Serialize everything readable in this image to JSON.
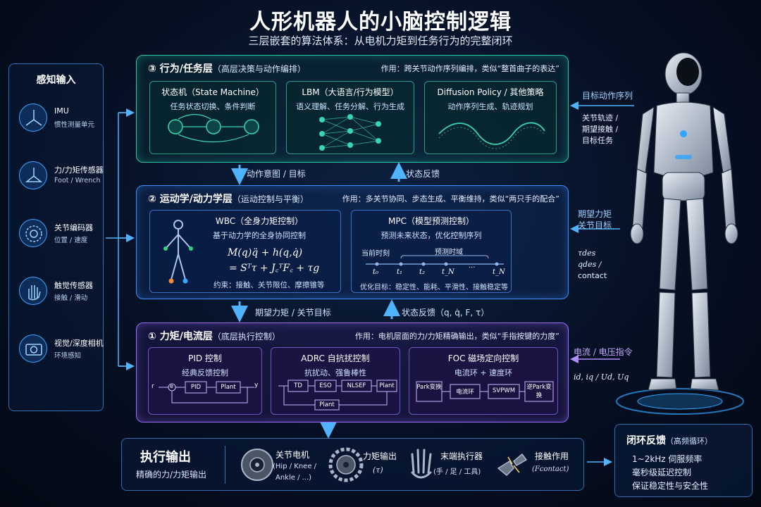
{
  "title": "人形机器人的小脑控制逻辑",
  "subtitle": "三层嵌套的算法体系：从电机力矩到任务行为的完整闭环",
  "sensing": {
    "title": "感知输入",
    "items": [
      {
        "name": "IMU",
        "desc": "惯性测量单元",
        "icon": "imu-icon"
      },
      {
        "name": "力/力矩传感器",
        "desc": "Foot / Wrench",
        "icon": "force-sensor-icon"
      },
      {
        "name": "关节编码器",
        "desc": "位置 / 速度",
        "icon": "encoder-icon"
      },
      {
        "name": "触觉传感器",
        "desc": "接触 / 滑动",
        "icon": "hand-touch-icon"
      },
      {
        "name": "视觉/深度相机",
        "desc": "环境感知",
        "icon": "camera-icon"
      }
    ]
  },
  "layer3": {
    "num": "③",
    "title": "行为/任务层",
    "sub": "（高层决策与动作编排）",
    "role": "作用：跨关节动作序列编排，类似“整首曲子的表达”",
    "boxes": [
      {
        "title": "状态机（State Machine）",
        "desc": "任务状态切换、条件判断"
      },
      {
        "title": "LBM（大语言/行为模型）",
        "desc": "语义理解、任务分解、行为生成"
      },
      {
        "title": "Diffusion Policy / 其他策略",
        "desc": "动作序列生成、轨迹规划"
      }
    ]
  },
  "arrow_3_2": {
    "down": "动作意图 / 目标",
    "up": "状态反馈"
  },
  "layer2": {
    "num": "②",
    "title": "运动学/动力学层",
    "sub": "（运动控制与平衡）",
    "role": "作用：多关节协同、步态生成、平衡维持，类似“两只手的配合”",
    "wbc": {
      "title": "WBC（全身力矩控制）",
      "desc": "基于动力学的全身协同控制",
      "eq1": "M(q)q̈ + h(q,q̇)",
      "eq2": "= Sᵀτ + J꜀ᵀF꜀ + τg",
      "constraint": "约束：接触、关节限位、摩擦锥等"
    },
    "mpc": {
      "title": "MPC（模型预测控制）",
      "desc": "预测未来状态，优化控制序列",
      "now": "当前时刻",
      "horizon": "预测时域",
      "ticks": [
        "t₀",
        "t₁",
        "t₂",
        "t_N",
        "···",
        "t_N"
      ],
      "goal": "优化目标：稳定性、能耗、平滑性、接触稳定等"
    }
  },
  "arrow_2_1": {
    "down": "期望力矩 / 关节目标",
    "up": "状态反馈（q, q̇, F, τ）"
  },
  "layer1": {
    "num": "①",
    "title": "力矩/电流层",
    "sub": "（底层执行控制）",
    "role": "作用：电机层面的力/力矩精确输出，类似“手指按键的力度”",
    "pid": {
      "title": "PID 控制",
      "desc": "经典反馈控制",
      "blocks": [
        "PID",
        "Plant"
      ],
      "r": "r",
      "e": "e",
      "y": "y"
    },
    "adrc": {
      "title": "ADRC 自抗扰控制",
      "desc": "抗扰动、强鲁棒性",
      "blocks": [
        "TD",
        "ESO",
        "NLSEF",
        "Plant",
        "Plant"
      ]
    },
    "foc": {
      "title": "FOC 磁场定向控制",
      "desc": "电流环 + 速度环",
      "blocks": [
        "Park变换",
        "电流环",
        "SVPWM",
        "逆Park变换"
      ]
    }
  },
  "right": {
    "target_seq": "目标动作序列",
    "target_desc": [
      "关节轨迹 /",
      "期望接触 /",
      "目标任务"
    ],
    "torque_lbl": [
      "期望力矩",
      "关节目标"
    ],
    "torque_vars": [
      "τdes",
      "qdes /",
      "contact"
    ],
    "cur_lbl": "电流 / 电压指令",
    "cur_vars": "id, iq / Ud, Uq"
  },
  "output": {
    "title": "执行输出",
    "desc": "精确的力/力矩输出",
    "items": [
      {
        "name": "关节电机",
        "desc": "(Hip / Knee /",
        "desc2": "Ankle / ...)",
        "icon": "motor-icon"
      },
      {
        "name": "力矩输出",
        "desc": "(τ)",
        "desc2": "",
        "icon": "gear-icon"
      },
      {
        "name": "末端执行器",
        "desc": "(手 / 足 / 工具)",
        "desc2": "",
        "icon": "robot-hand-icon"
      },
      {
        "name": "接触作用",
        "desc": "(Fcontact)",
        "desc2": "",
        "icon": "contact-icon"
      }
    ]
  },
  "feedback": {
    "title": "闭环反馈",
    "sub": "（高频循环）",
    "lines": [
      "1~2kHz 伺服频率",
      "毫秒级延迟控制",
      "保证稳定性与安全性"
    ]
  },
  "colors": {
    "accent": "#3aa6ff",
    "teal": "#2bc7a2",
    "blue": "#3b8cff",
    "purple": "#9a6cff"
  }
}
